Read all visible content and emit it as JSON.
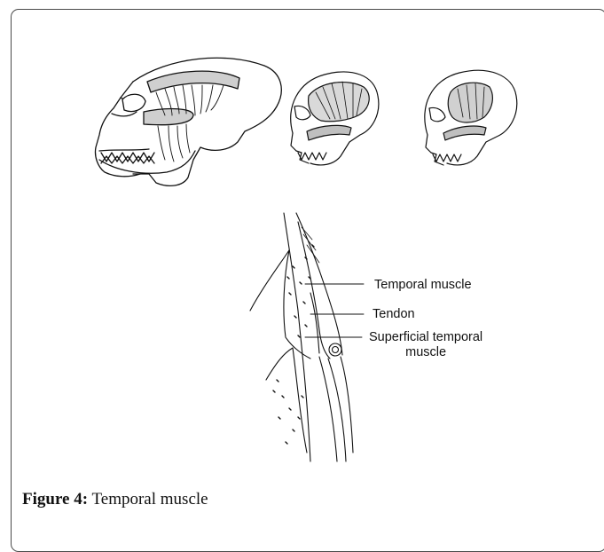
{
  "figure": {
    "caption_label": "Figure 4:",
    "caption_text": "Temporal muscle"
  },
  "callouts": {
    "temporal_muscle": "Temporal muscle",
    "tendon": "Tendon",
    "superficial_line1": "Superficial temporal",
    "superficial_line2": "muscle"
  },
  "icons": {
    "ape_skull": "ape-skull-temporal-muscle-icon",
    "human_skull_a": "human-skull-temporal-muscle-icon",
    "human_skull_b": "human-skull-temporal-muscle-variant-icon",
    "cross_section": "temporal-muscle-cross-section-icon"
  },
  "colors": {
    "ink": "#111111",
    "muscle_shade": "#d9d9d9",
    "frame_border": "#4a4a4a"
  }
}
